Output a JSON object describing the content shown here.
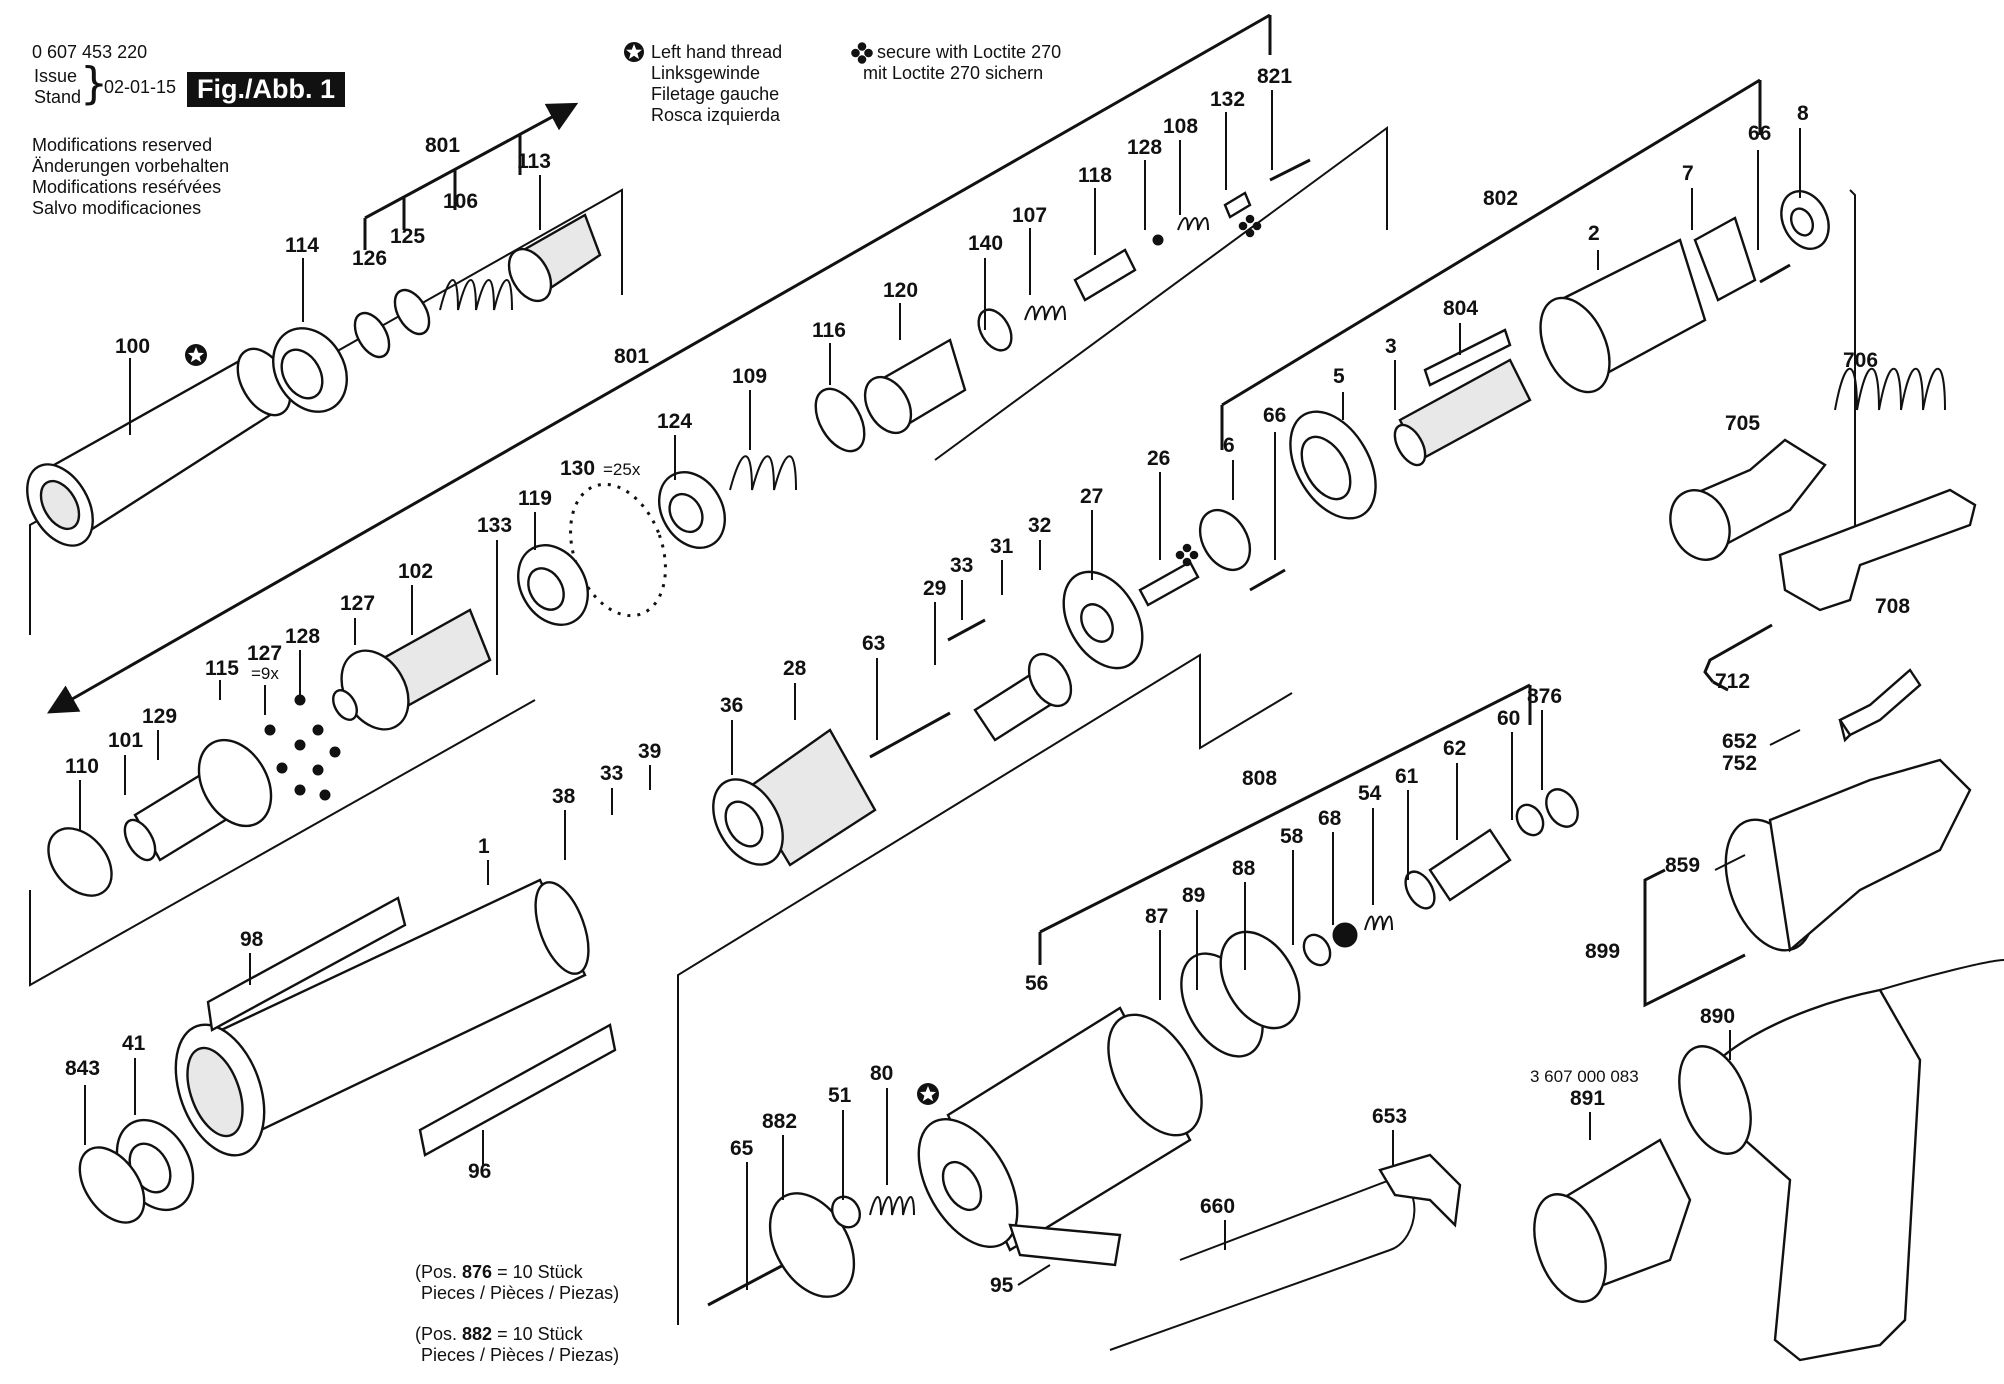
{
  "header": {
    "part_number": "0 607 453 220",
    "issue_label": "Issue",
    "stand_label": "Stand",
    "issue_date": "02-01-15",
    "figure_label": "Fig./Abb. 1",
    "modifications": [
      "Modifications reserved",
      "Änderungen vorbehalten",
      "Modifications reséŕvées",
      "Salvo modificaciones"
    ]
  },
  "legend": {
    "left_hand_thread": [
      "Left hand thread",
      "Linksgewinde",
      "Filetage gauche",
      "Rosca izquierda"
    ],
    "loctite": [
      "secure with Loctite 270",
      "mit Loctite 270 sichern"
    ]
  },
  "notes": [
    {
      "prefix": "(Pos. ",
      "pos": "876",
      "suffix": " = 10 Stück",
      "line2": "Pieces / Pièces / Piezas)"
    },
    {
      "prefix": "(Pos. ",
      "pos": "882",
      "suffix": " = 10 Stück",
      "line2": "Pieces / Pièces / Piezas)"
    }
  ],
  "callouts": {
    "c100": "100",
    "c114": "114",
    "c126": "126",
    "c125": "125",
    "c106": "106",
    "c801a": "801",
    "c113": "113",
    "c821": "821",
    "c132": "132",
    "c108": "108",
    "c128a": "128",
    "c118": "118",
    "c107": "107",
    "c140": "140",
    "c120": "120",
    "c116": "116",
    "c109": "109",
    "c124": "124",
    "c801b": "801",
    "c130": "130",
    "c130q": "=25x",
    "c119": "119",
    "c133": "133",
    "c102": "102",
    "c127a": "127",
    "c128b": "128",
    "c127b": "127",
    "c127q": "=9x",
    "c115": "115",
    "c129": "129",
    "c101": "101",
    "c110": "110",
    "c802": "802",
    "c8": "8",
    "c66a": "66",
    "c7": "7",
    "c2": "2",
    "c804": "804",
    "c3": "3",
    "c5": "5",
    "c66b": "66",
    "c6": "6",
    "c706": "706",
    "c705": "705",
    "c708": "708",
    "c712": "712",
    "c652": "652",
    "c752": "752",
    "c26": "26",
    "c27": "27",
    "c32": "32",
    "c31": "31",
    "c33a": "33",
    "c29": "29",
    "c63": "63",
    "c28": "28",
    "c36": "36",
    "c39": "39",
    "c33b": "33",
    "c38": "38",
    "c1": "1",
    "c98": "98",
    "c41": "41",
    "c843": "843",
    "c96": "96",
    "c808": "808",
    "c876": "876",
    "c60": "60",
    "c62": "62",
    "c61": "61",
    "c54": "54",
    "c68": "68",
    "c58": "58",
    "c88": "88",
    "c89": "89",
    "c87": "87",
    "c56": "56",
    "c80": "80",
    "c51": "51",
    "c882": "882",
    "c65": "65",
    "c653": "653",
    "c660": "660",
    "c95": "95",
    "c859": "859",
    "c899": "899",
    "c890": "890",
    "c3607": "3 607 000 083",
    "c891": "891"
  }
}
